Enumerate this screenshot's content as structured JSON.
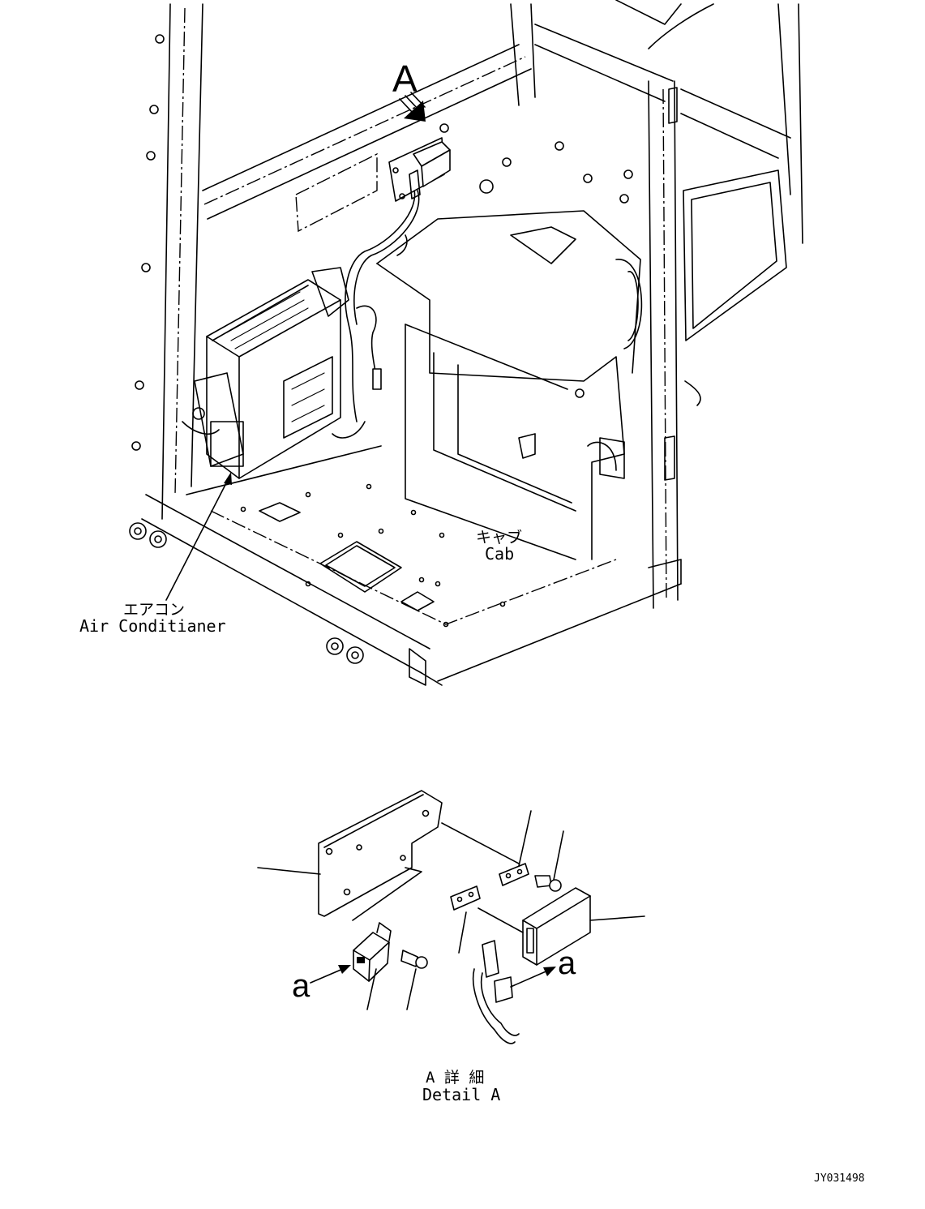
{
  "diagram": {
    "view_marker": "A",
    "cab_label_jp": "キャブ",
    "cab_label_en": "Cab",
    "aircon_label_jp": "エアコン",
    "aircon_label_en": "Air Conditianer",
    "connector_marker_left": "a",
    "connector_marker_right": "a",
    "detail_label_jp": "A 詳 細",
    "detail_label_en": "Detail A",
    "drawing_number": "JY031498"
  }
}
